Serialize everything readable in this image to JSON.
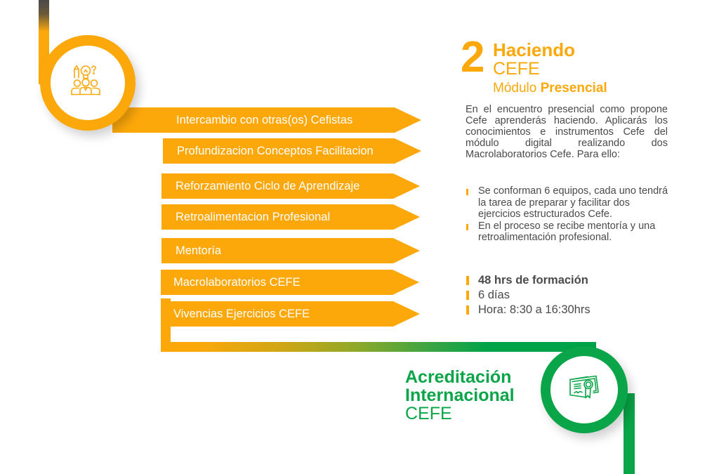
{
  "colors": {
    "orange": "#fca80a",
    "green": "#0aa548",
    "text": "#4a4a4a"
  },
  "icons": {
    "top": "team-ideas-icon",
    "bottom": "certificate-icon"
  },
  "banners": [
    {
      "label": "Intercambio con otras(os) Cefistas"
    },
    {
      "label": "Profundizacion Conceptos Facilitacion"
    },
    {
      "label": "Reforzamiento Ciclo de Aprendizaje"
    },
    {
      "label": "Retroalimentacion Profesional"
    },
    {
      "label": "Mentoría"
    },
    {
      "label": "Macrolaboratorios CEFE"
    },
    {
      "label": "Vivencias Ejercicios CEFE"
    }
  ],
  "module": {
    "number": "2",
    "title_line1": "Haciendo",
    "title_line2": "CEFE",
    "subtitle_prefix": "Módulo",
    "subtitle_bold": "Presencial",
    "description": "En el encuentro presencial como propone Cefe aprenderás haciendo. Aplicarás los conocimientos e instrumentos Cefe del módulo digital realizando dos Macrolaboratorios Cefe. Para ello:",
    "bullets": [
      "Se conforman 6 equipos, cada uno tendrá la tarea de preparar y facilitar dos ejercicios estructurados Cefe.",
      "En el proceso se recibe mentoría y una retroalimentación profesional."
    ],
    "facts": [
      "48 hrs de formación",
      "6 días",
      "Hora: 8:30 a 16:30hrs"
    ]
  },
  "accreditation": {
    "line1": "Acreditación",
    "line2": "Internacional",
    "line3": "CEFE"
  }
}
